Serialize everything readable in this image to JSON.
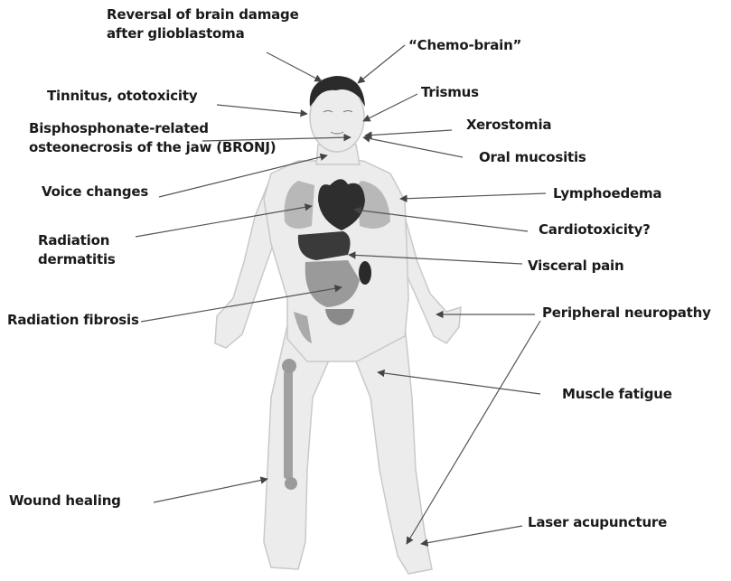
{
  "labels": {
    "brain_damage_line1": "Reversal of brain damage",
    "brain_damage_line2": "after glioblastoma",
    "chemo_brain": "“Chemo-brain”",
    "tinnitus": "Tinnitus, ototoxicity",
    "trismus": "Trismus",
    "bronj_line1": "Bisphosphonate-related",
    "bronj_line2": "osteonecrosis of the jaw (BRONJ)",
    "xerostomia": "Xerostomia",
    "oral_mucositis": "Oral mucositis",
    "voice_changes": "Voice changes",
    "lymphoedema": "Lymphoedema",
    "radiation_dermatitis_line1": "Radiation",
    "radiation_dermatitis_line2": "dermatitis",
    "cardiotoxicity": "Cardiotoxicity?",
    "visceral_pain": "Visceral pain",
    "radiation_fibrosis": "Radiation fibrosis",
    "peripheral_neuropathy": "Peripheral neuropathy",
    "muscle_fatigue": "Muscle fatigue",
    "wound_healing": "Wound healing",
    "laser_acupuncture": "Laser acupuncture"
  },
  "colors": {
    "body_fill": "#ececec",
    "body_stroke": "#c8c8c8",
    "hair": "#2a2a2a",
    "organ_dark": "#2e2e2e",
    "organ_mid": "#8a8a8a",
    "organ_light": "#b8b8b8",
    "arrow": "#555555"
  }
}
